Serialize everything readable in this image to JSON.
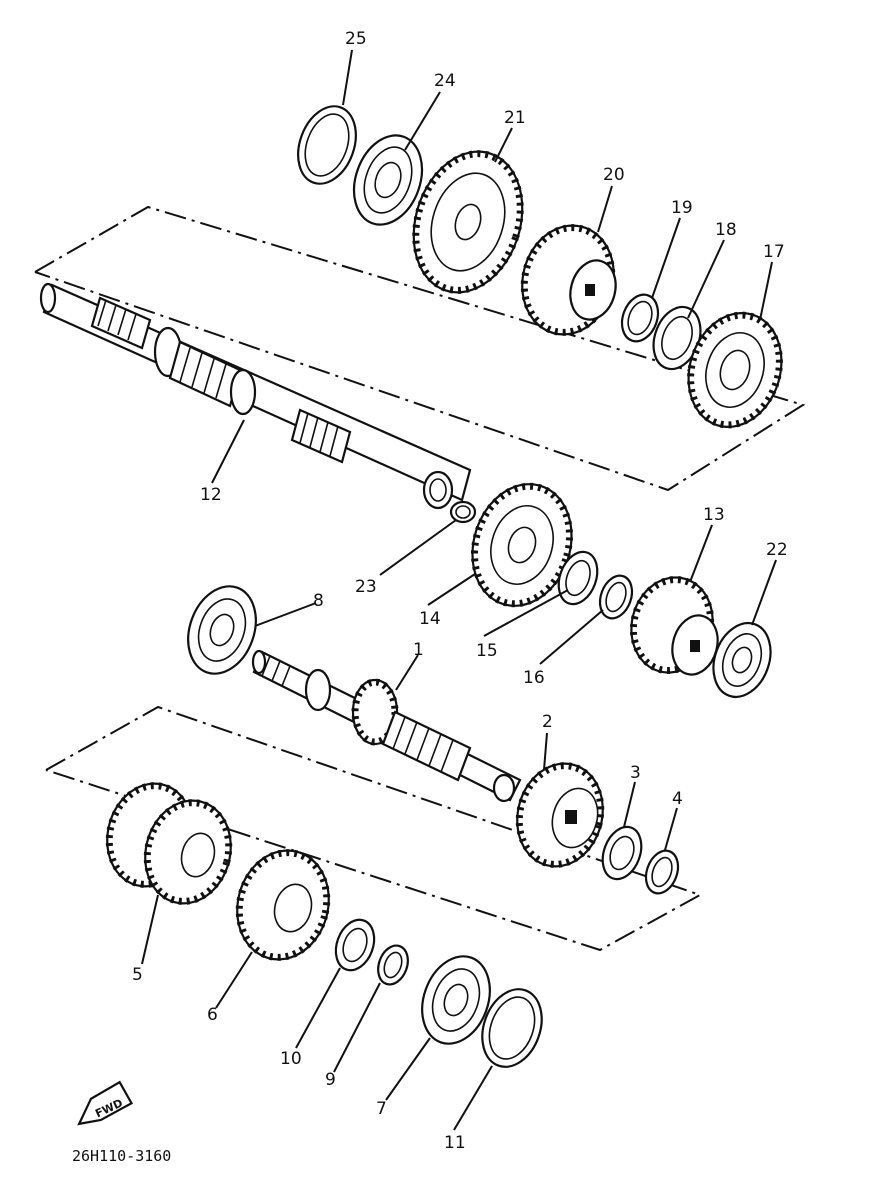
{
  "diagram": {
    "drawing_code": "26H110-3160",
    "fwd_label": "FWD",
    "parts": [
      {
        "id": "p1",
        "label": "1"
      },
      {
        "id": "p2",
        "label": "2"
      },
      {
        "id": "p3",
        "label": "3"
      },
      {
        "id": "p4",
        "label": "4"
      },
      {
        "id": "p5",
        "label": "5"
      },
      {
        "id": "p6",
        "label": "6"
      },
      {
        "id": "p7",
        "label": "7"
      },
      {
        "id": "p8",
        "label": "8"
      },
      {
        "id": "p9",
        "label": "9"
      },
      {
        "id": "p10",
        "label": "10"
      },
      {
        "id": "p11",
        "label": "11"
      },
      {
        "id": "p12",
        "label": "12"
      },
      {
        "id": "p13",
        "label": "13"
      },
      {
        "id": "p14",
        "label": "14"
      },
      {
        "id": "p15",
        "label": "15"
      },
      {
        "id": "p16",
        "label": "16"
      },
      {
        "id": "p17",
        "label": "17"
      },
      {
        "id": "p18",
        "label": "18"
      },
      {
        "id": "p19",
        "label": "19"
      },
      {
        "id": "p20",
        "label": "20"
      },
      {
        "id": "p21",
        "label": "21"
      },
      {
        "id": "p22",
        "label": "22"
      },
      {
        "id": "p23",
        "label": "23"
      },
      {
        "id": "p24",
        "label": "24"
      },
      {
        "id": "p25",
        "label": "25"
      }
    ]
  }
}
